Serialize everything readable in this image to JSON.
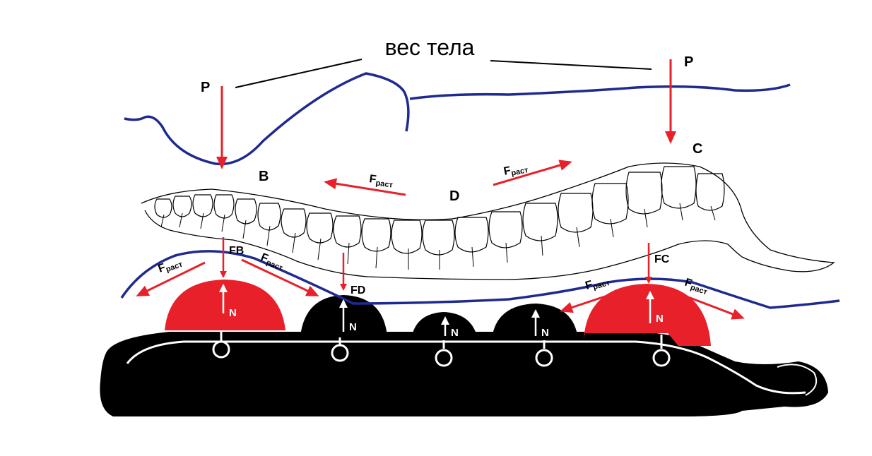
{
  "title": "вес тела",
  "labels": {
    "P": "P",
    "B": "B",
    "C": "C",
    "D": "D",
    "FB": "FB",
    "FD": "FD",
    "FC": "FC",
    "N": "N",
    "F": "F",
    "rast_sub": "раст"
  },
  "colors": {
    "force_red": "#e8202a",
    "contour_blue": "#1f2a8f",
    "mattress_black": "#000000",
    "support_red": "#e8202a",
    "support_black": "#000000"
  },
  "icons": {
    "spine": "spine-illustration",
    "mattress": "mattress-base",
    "force_arrow": "arrow-icon"
  }
}
